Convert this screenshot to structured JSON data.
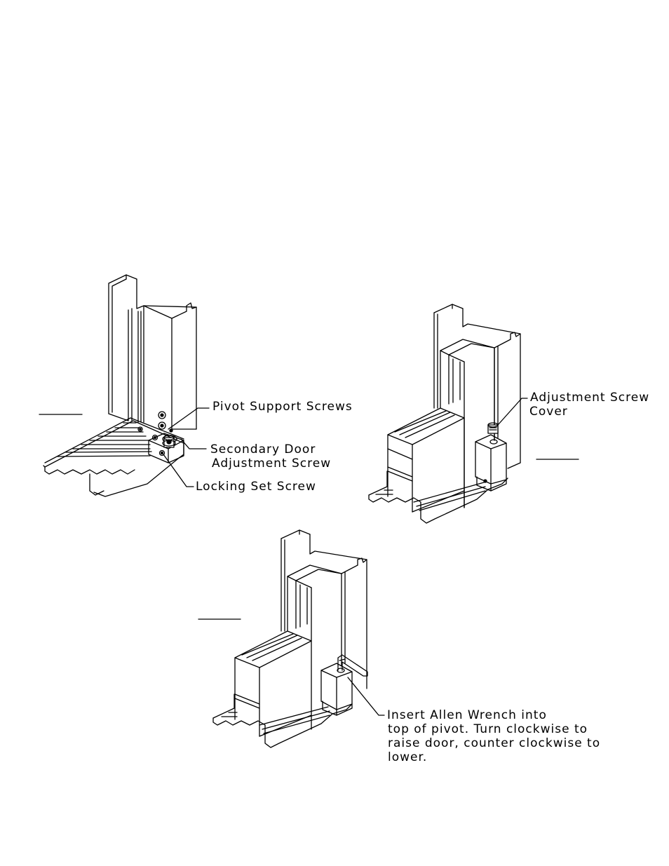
{
  "figure_1": {
    "callout_pivot_support": "Pivot Support Screws",
    "callout_secondary_line1": "Secondary Door",
    "callout_secondary_line2": "Adjustment Screw",
    "callout_locking": "Locking Set Screw"
  },
  "figure_2": {
    "callout_cover_line1": "Adjustment Screw",
    "callout_cover_line2": "Cover"
  },
  "figure_3": {
    "instruction_line1": "Insert Allen Wrench into",
    "instruction_line2": "top of pivot. Turn clockwise to",
    "instruction_line3": "raise door, counter clockwise to",
    "instruction_line4": "lower."
  }
}
